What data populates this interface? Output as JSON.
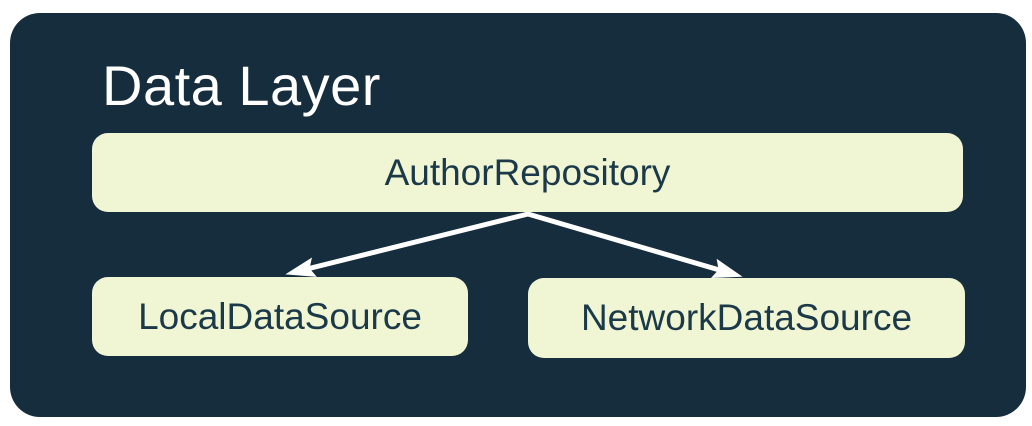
{
  "diagram": {
    "title": "Data Layer",
    "nodes": [
      {
        "id": "author-repository",
        "label": "AuthorRepository"
      },
      {
        "id": "local-data-source",
        "label": "LocalDataSource"
      },
      {
        "id": "network-data-source",
        "label": "NetworkDataSource"
      }
    ],
    "edges": [
      {
        "from": "AuthorRepository",
        "to": "LocalDataSource",
        "icon": "arrow-down-left-icon"
      },
      {
        "from": "AuthorRepository",
        "to": "NetworkDataSource",
        "icon": "arrow-down-right-icon"
      }
    ],
    "colors": {
      "page_bg": "#ffffff",
      "container_bg": "#162D3D",
      "node_bg": "#F0F6D3",
      "node_text": "#1B3948",
      "title_text": "#FFFFFF",
      "arrow": "#FFFFFF"
    }
  }
}
